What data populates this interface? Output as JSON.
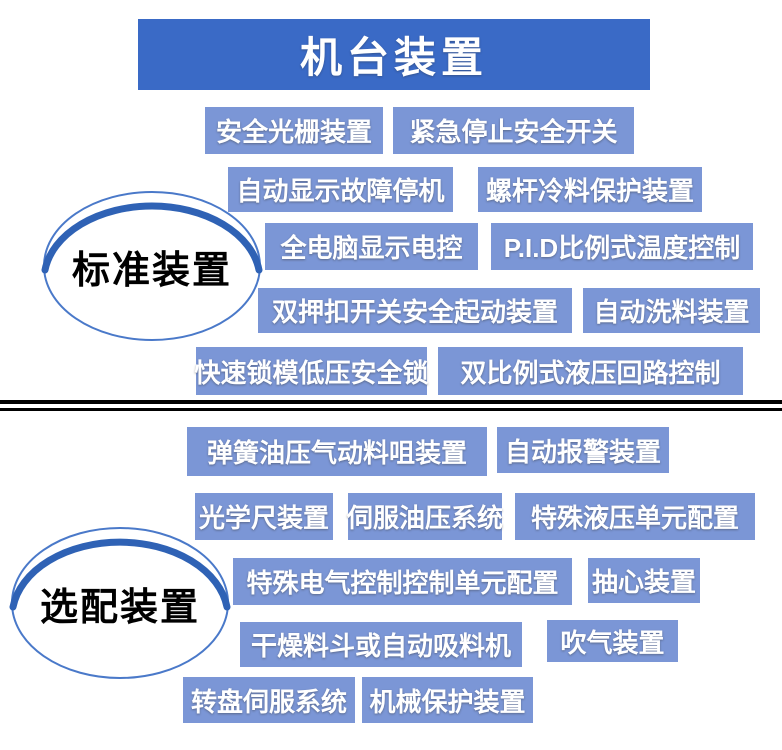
{
  "title": "机台装置",
  "colors": {
    "title_bg": "#3a6ac6",
    "item_bg": "#7b96d6",
    "item_text": "#ffffff",
    "ellipse_stroke_thick": "#2f62b5",
    "ellipse_stroke_thin": "#4a79c9",
    "ellipse_label_color": "#000000",
    "divider_color": "#000000",
    "background": "#ffffff"
  },
  "sections": [
    {
      "label": "标准装置",
      "items": [
        "安全光栅装置",
        "紧急停止安全开关",
        "自动显示故障停机",
        "螺杆冷料保护装置",
        "全电脑显示电控",
        "P.I.D比例式温度控制",
        "双押扣开关安全起动装置",
        "自动洗料装置",
        "快速锁模低压安全锁",
        "双比例式液压回路控制"
      ]
    },
    {
      "label": "选配装置",
      "items": [
        "弹簧油压气动料咀装置",
        "自动报警装置",
        "光学尺装置",
        "伺服油压系统",
        "特殊液压单元配置",
        "特殊电气控制控制单元配置",
        "抽心装置",
        "干燥料斗或自动吸料机",
        "吹气装置",
        "转盘伺服系统",
        "机械保护装置"
      ]
    }
  ]
}
